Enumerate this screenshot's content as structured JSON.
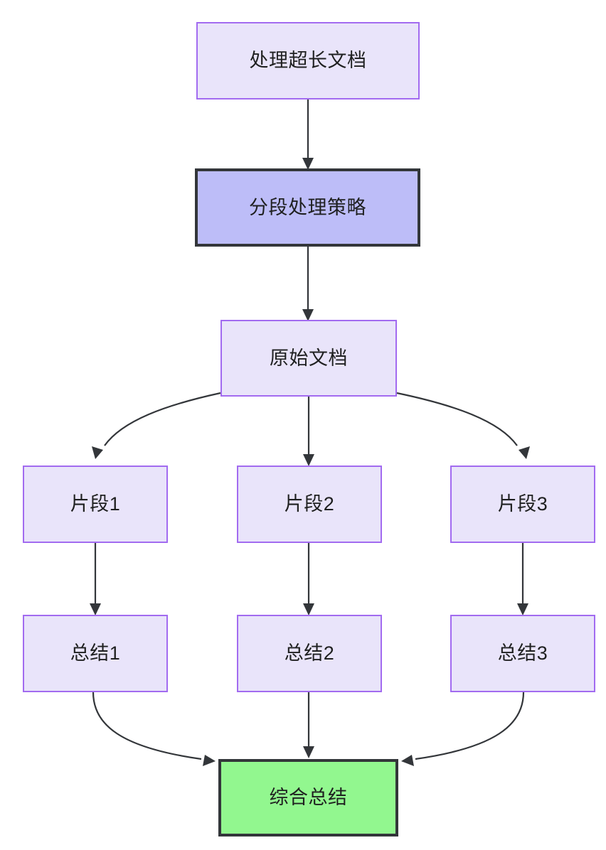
{
  "diagram": {
    "type": "flowchart",
    "direction": "top-to-bottom",
    "title_text": "",
    "background_color": "#ffffff",
    "palette": {
      "default_fill": "#e9e4fa",
      "default_stroke": "#a26bf0",
      "strong_fill": "#bdbdf8",
      "strong_stroke": "#33363a",
      "final_fill": "#92f78f",
      "final_stroke": "#33363a",
      "edge_color": "#33363a",
      "text_color": "#1f2020"
    },
    "nodes": [
      {
        "id": "n1",
        "label": "处理超长文档",
        "style": "default"
      },
      {
        "id": "n2",
        "label": "分段处理策略",
        "style": "strong"
      },
      {
        "id": "n3",
        "label": "原始文档",
        "style": "default"
      },
      {
        "id": "n4",
        "label": "片段1",
        "style": "default"
      },
      {
        "id": "n5",
        "label": "片段2",
        "style": "default"
      },
      {
        "id": "n6",
        "label": "片段3",
        "style": "default"
      },
      {
        "id": "n7",
        "label": "总结1",
        "style": "default"
      },
      {
        "id": "n8",
        "label": "总结2",
        "style": "default"
      },
      {
        "id": "n9",
        "label": "总结3",
        "style": "default"
      },
      {
        "id": "n10",
        "label": "综合总结",
        "style": "final"
      }
    ],
    "edges": [
      {
        "from": "处理超长文档",
        "to": "分段处理策略",
        "label": ""
      },
      {
        "from": "分段处理策略",
        "to": "原始文档",
        "label": ""
      },
      {
        "from": "原始文档",
        "to": "片段1",
        "label": ""
      },
      {
        "from": "原始文档",
        "to": "片段2",
        "label": ""
      },
      {
        "from": "原始文档",
        "to": "片段3",
        "label": ""
      },
      {
        "from": "片段1",
        "to": "总结1",
        "label": ""
      },
      {
        "from": "片段2",
        "to": "总结2",
        "label": ""
      },
      {
        "from": "片段3",
        "to": "总结3",
        "label": ""
      },
      {
        "from": "总结1",
        "to": "综合总结",
        "label": ""
      },
      {
        "from": "总结2",
        "to": "综合总结",
        "label": ""
      },
      {
        "from": "总结3",
        "to": "综合总结",
        "label": ""
      }
    ]
  }
}
